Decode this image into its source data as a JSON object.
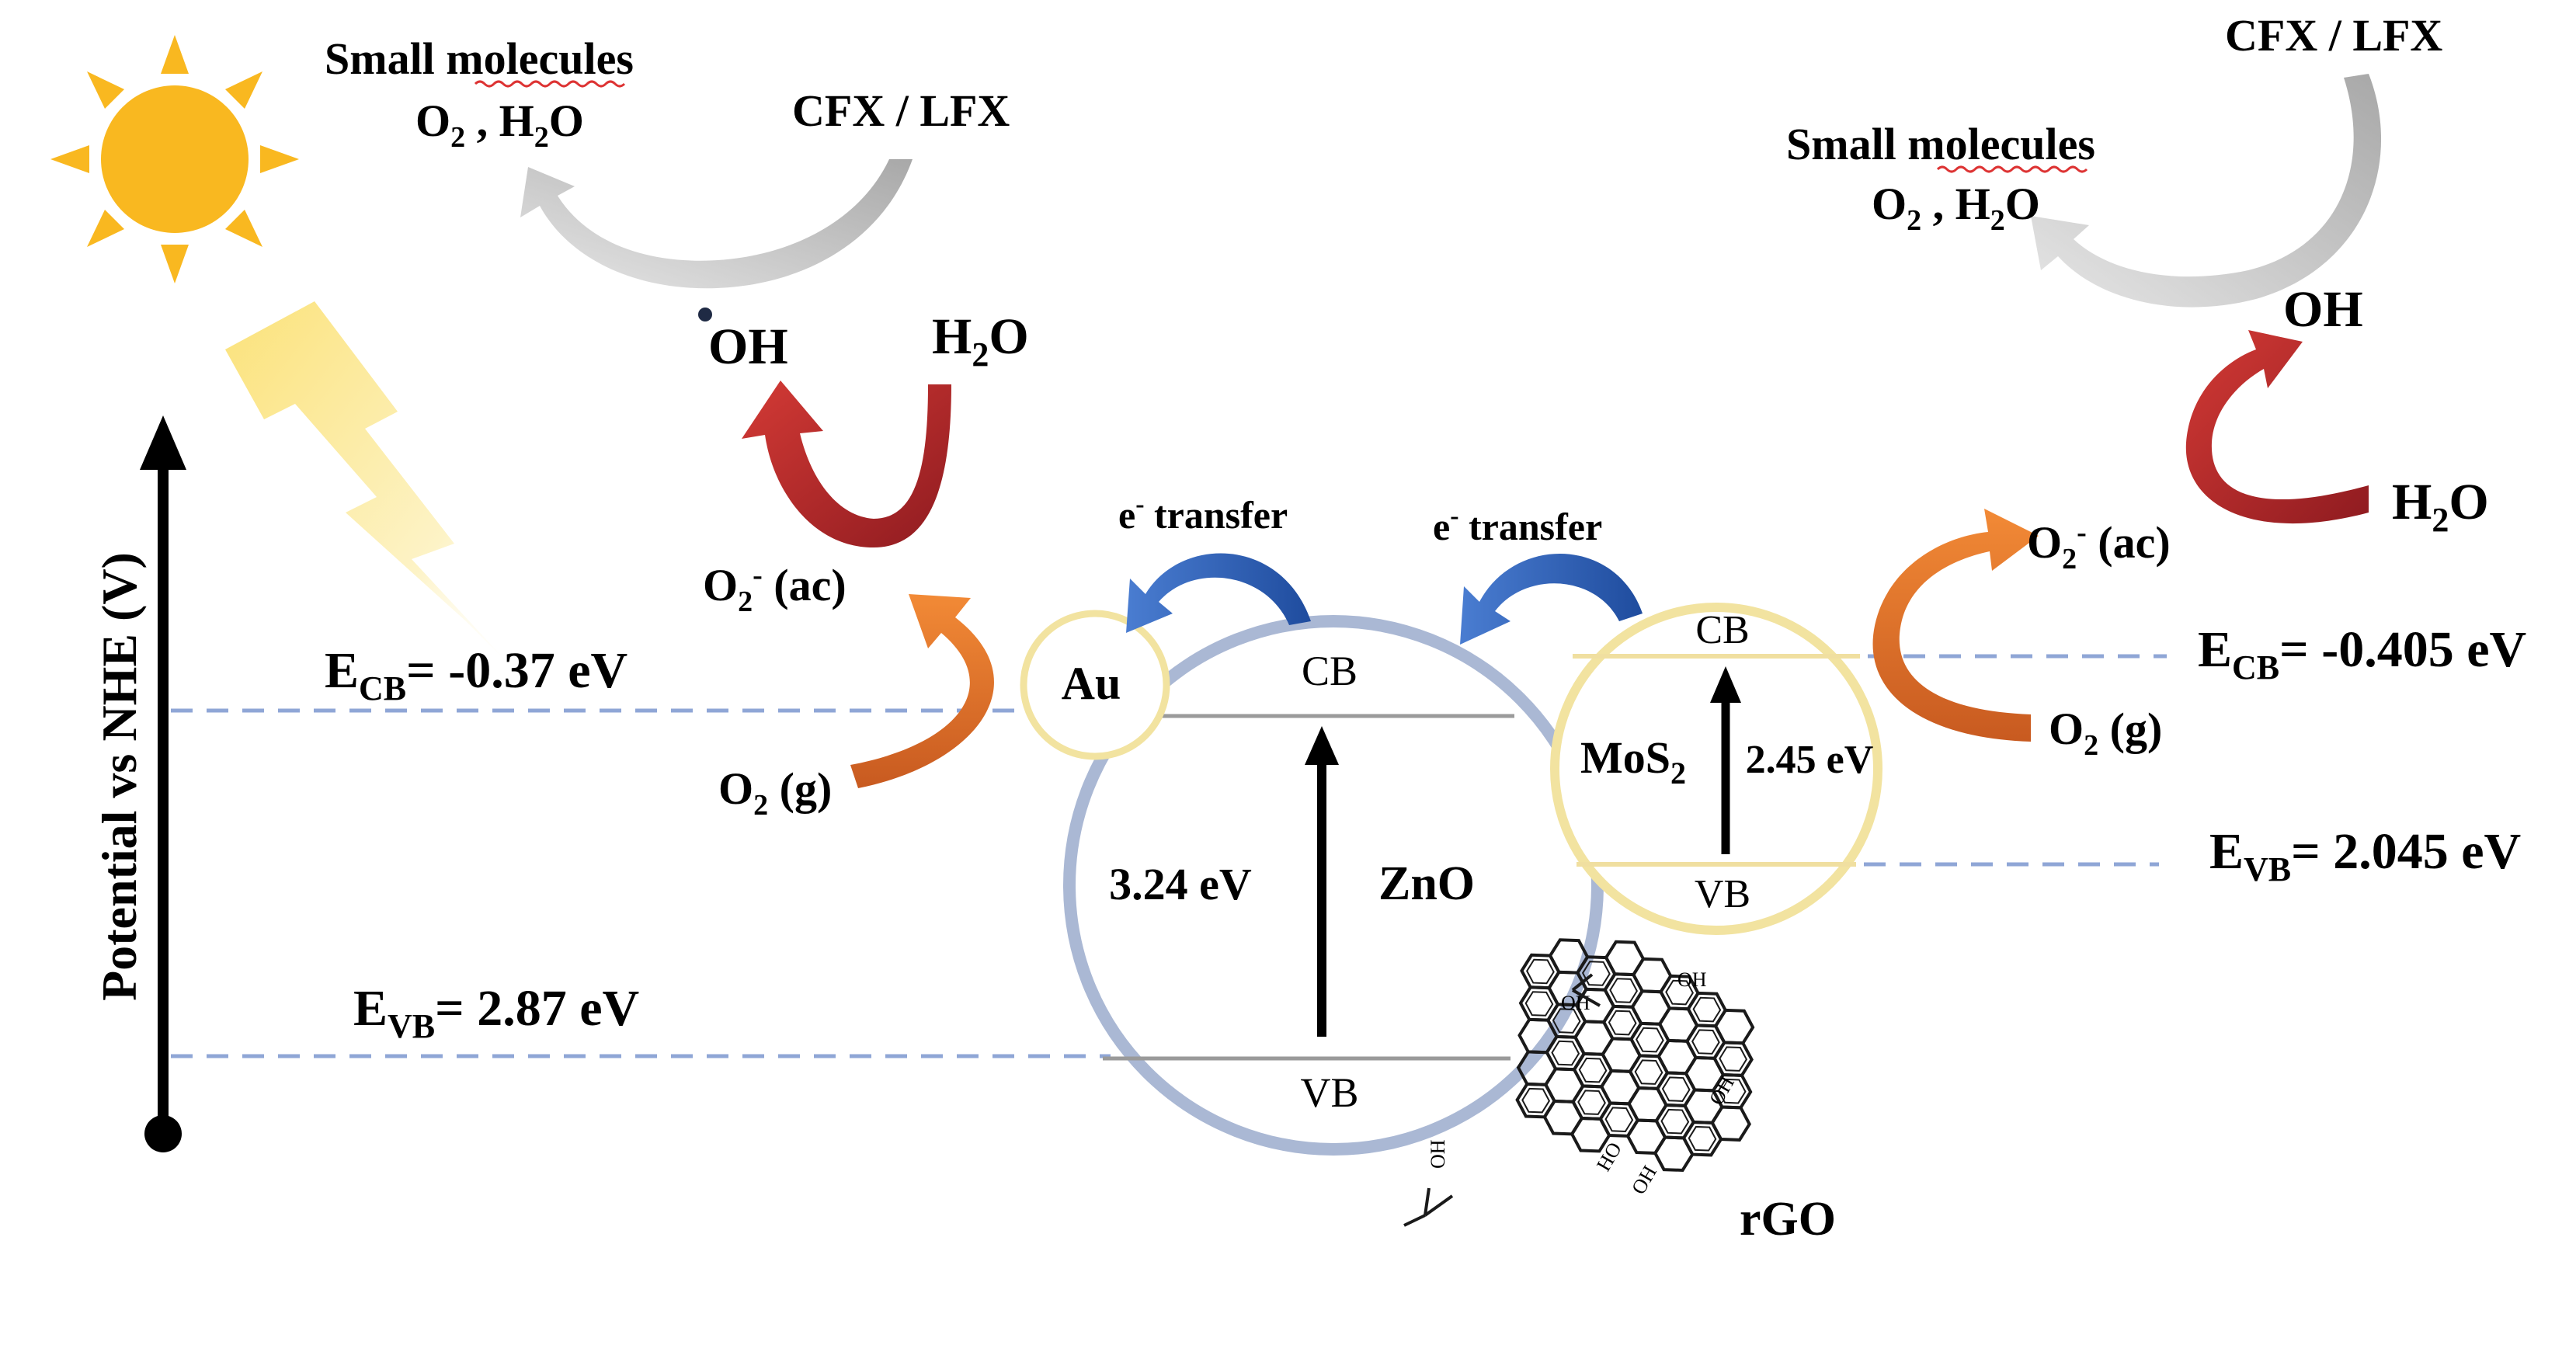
{
  "axis": {
    "label": "Potential vs NHE (V)"
  },
  "left_levels": {
    "cb": {
      "sym": "E",
      "sub": "CB",
      "value": "= -0.37 eV"
    },
    "vb": {
      "sym": "E",
      "sub": "VB",
      "value": "= 2.87 eV"
    }
  },
  "right_levels": {
    "cb": {
      "sym": "E",
      "sub": "CB",
      "value": "= -0.405 eV"
    },
    "vb": {
      "sym": "E",
      "sub": "VB",
      "value": "= 2.045 eV"
    }
  },
  "zno": {
    "name": "ZnO",
    "gap": "3.24 eV",
    "cb": "CB",
    "vb": "VB"
  },
  "au": {
    "name": "Au"
  },
  "mos2": {
    "name": "MoS",
    "sub": "2",
    "gap": "2.45 eV",
    "cb": "CB",
    "vb": "VB"
  },
  "rgo": {
    "name": "rGO",
    "groups": [
      "OH",
      "OH",
      "OH",
      "HO",
      "OH",
      "OH"
    ]
  },
  "transfer": {
    "e": "e",
    "sup": "-",
    "text": " transfer"
  },
  "species": {
    "small_molecules": "Small molecules",
    "o2": "O",
    "o2_sub": "2",
    "h2o_h": "H",
    "h2o_sub": "2",
    "h2o_o": "O",
    "comma": " , ",
    "oh": "OH",
    "cfx_lfx": "CFX / LFX",
    "o2_ac_tail": " (ac)",
    "o2_minus": "-",
    "o2_g_tail": " (g)"
  },
  "colors": {
    "sun": "#f9b820",
    "sun_ray": "#f9b820",
    "dash": "#8fa6d6",
    "zno_ring": "#aab8d4",
    "au_ring": "#f2e3a0",
    "mos2_ring": "#f2e3a0",
    "red_arrow": "#b5262b",
    "orange_arrow": "#e0772a",
    "blue_arrow": "#2f62b5",
    "grey_arrow": "#c9c9c9"
  }
}
